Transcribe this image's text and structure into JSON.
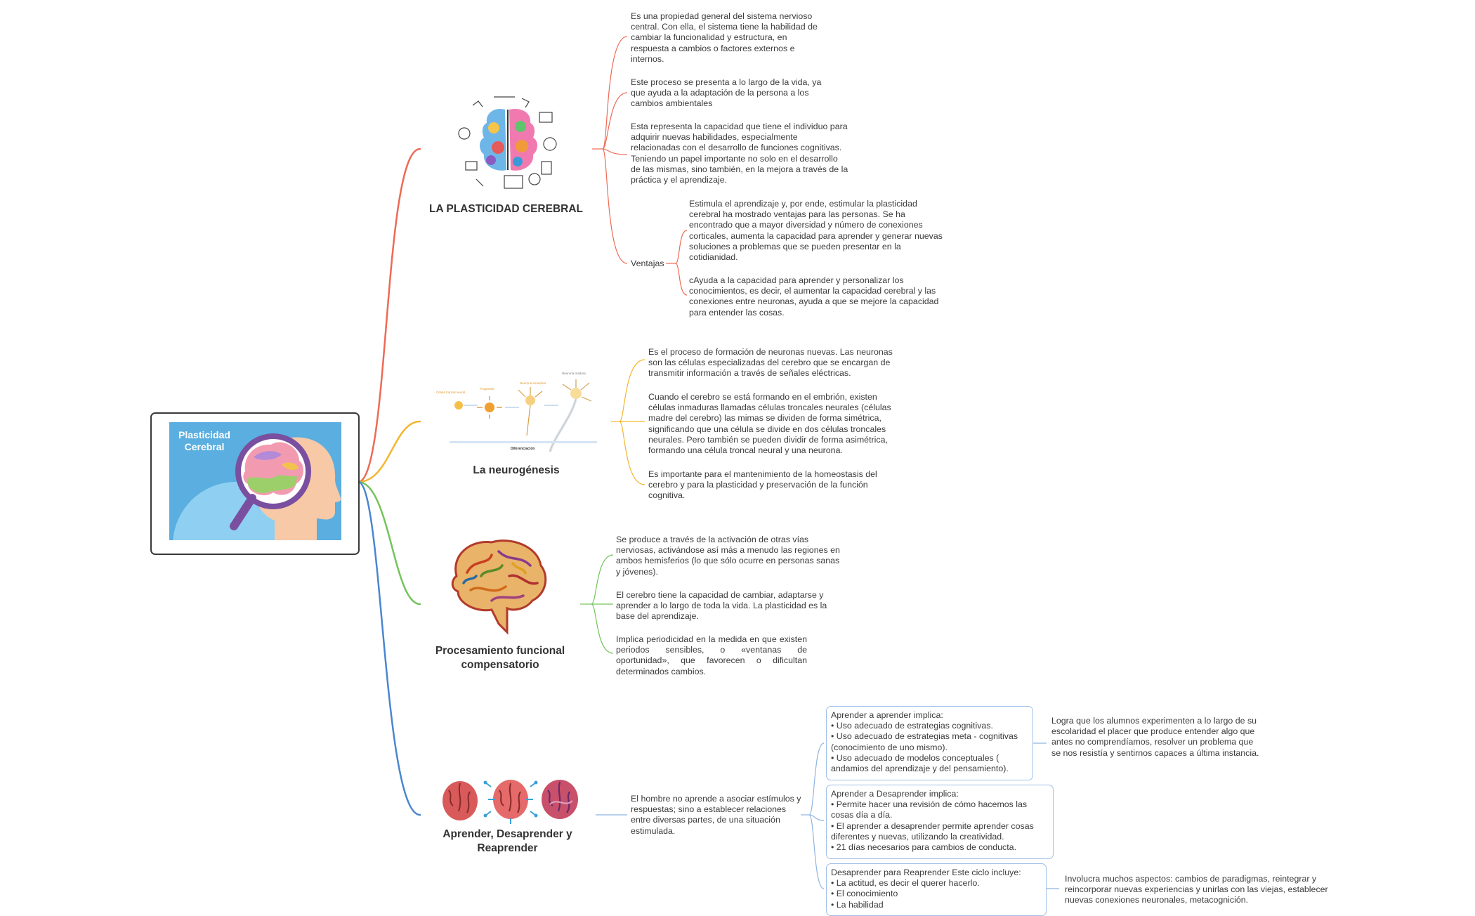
{
  "root": {
    "label": "Plasticidad Cerebral"
  },
  "branches": {
    "plasticidad": {
      "title": "LA PLASTICIDAD CEREBRAL",
      "texts": [
        "Es una propiedad general del sistema nervioso central. Con ella, el sistema tiene la habilidad de cambiar la funcionalidad y estructura, en respuesta a cambios o factores externos e internos.",
        "Este proceso se presenta a lo largo de la vida, ya que ayuda a la adaptación de la persona a los cambios ambientales",
        "Esta representa la capacidad que tiene el individuo para adquirir nuevas habilidades, especialmente relacionadas con el desarrollo de funciones cognitivas. Teniendo un papel importante no solo en el desarrollo de las mismas, sino también, en la mejora  a través de la práctica y el aprendizaje."
      ],
      "ventajas_label": "Ventajas",
      "ventajas": [
        "Estimula el aprendizaje y, por ende, estimular la plasticidad cerebral ha mostrado ventajas para las personas. Se ha encontrado que a mayor diversidad y número de conexiones corticales, aumenta la capacidad para aprender y generar nuevas soluciones a problemas que se pueden presentar en la cotidianidad.",
        "cAyuda a la capacidad para aprender y personalizar los conocimientos, es decir, el aumentar la capacidad cerebral y las conexiones entre neuronas, ayuda a que se mejore la capacidad para entender las cosas."
      ]
    },
    "neurogenesis": {
      "title": "La neurogénesis",
      "image_caption": "Diferenciación",
      "texts": [
        "Es el proceso de formación de neuronas nuevas. Las neuronas son las células especializadas del cerebro que se encargan de transmitir información a través de señales eléctricas.",
        "Cuando el cerebro se está formando en el embrión, existen células inmaduras llamadas células troncales neurales (células madre del cerebro) las mimas se dividen de forma simétrica, significando que una célula se divide en dos células troncales neurales. Pero también se pueden dividir de forma asimétrica, formando una célula troncal neural y una neurona.",
        "Es importante para el mantenimiento de la homeostasis del cerebro y para la plasticidad y preservación de la función cognitiva."
      ]
    },
    "procesamiento": {
      "title": "Procesamiento funcional compensatorio",
      "texts": [
        "Se produce a través de la activación de otras vías nerviosas, activándose así más a menudo las regiones en ambos hemisferios (lo que sólo ocurre en personas sanas y jóvenes).",
        "El cerebro tiene la capacidad de cambiar, adaptarse y aprender a lo largo de toda la vida. La plasticidad es la base del aprendizaje.",
        "Implica periodicidad en la medida en que existen periodos sensibles, o «ventanas de oportunidad», que favorecen o dificultan determinados cambios."
      ]
    },
    "aprender": {
      "title": "Aprender, Desaprender y Reaprender",
      "intro": "El hombre no aprende a asociar estímulos y respuestas; sino a establecer relaciones entre diversas partes, de una situación estimulada.",
      "boxes": [
        "Aprender a aprender implica:\n• Uso adecuado de estrategias cognitivas.\n• Uso adecuado de estrategias meta - cognitivas (conocimiento de uno mismo).\n• Uso adecuado de modelos conceptuales ( andamios del aprendizaje y del pensamiento).",
        "Aprender a Desaprender implica:\n• Permite hacer una revisión de cómo hacemos las cosas día a día.\n• El aprender a desaprender permite aprender cosas diferentes y nuevas, utilizando la creatividad.\n• 21 días necesarios para cambios de conducta.",
        "Desaprender para Reaprender Este ciclo incluye:\n• La actitud, es decir el querer hacerlo.\n• El conocimiento\n• La habilidad"
      ],
      "notes": [
        "Logra que los alumnos experimenten a lo largo de su escolaridad el placer que produce entender algo que antes no comprendíamos, resolver un problema que se nos resistía y sentirnos capaces a última instancia.",
        "Involucra muchos aspectos: cambios de paradigmas, reintegrar y reincorporar nuevas experiencias y unirlas con las viejas, establecer nuevas conexiones neuronales, metacognición."
      ]
    }
  },
  "colors": {
    "branch_1": "#ee6a55",
    "branch_2": "#f3b62e",
    "branch_3": "#74c35b",
    "branch_4": "#4a86cf",
    "box_border": "#9fc0e6"
  },
  "icons": [
    "brain-doodle-icon",
    "neuron-stages-icon",
    "colorful-brain-icon",
    "three-brains-icon",
    "head-magnifier-icon"
  ]
}
